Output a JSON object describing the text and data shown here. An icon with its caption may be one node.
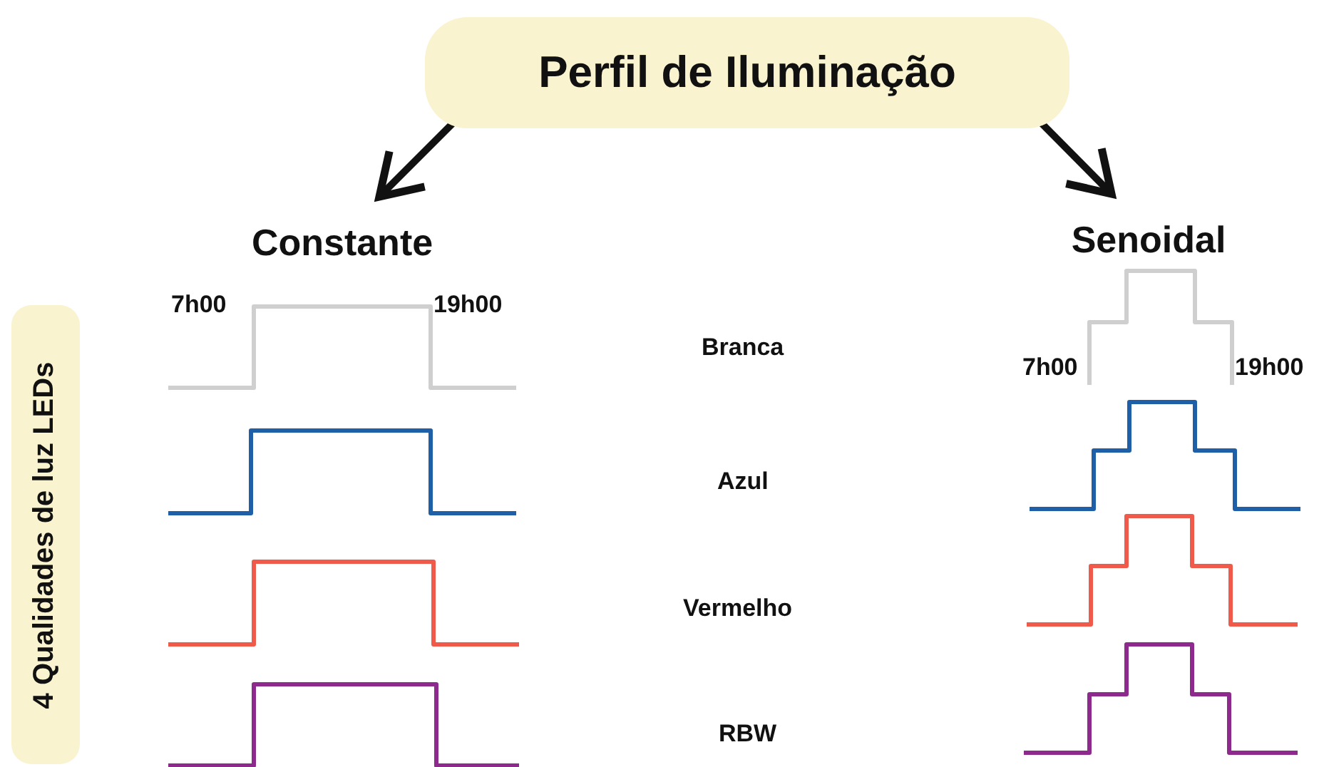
{
  "diagram": {
    "nodes": [
      {
        "text": [
          "Perfil de Iluminação"
        ]
      },
      {
        "text": [
          "Constante"
        ]
      },
      {
        "text": [
          "Senoidal"
        ]
      },
      {
        "text": [
          "4 Qualidades de luz LEDs"
        ]
      }
    ],
    "edges": [
      {
        "from": 0,
        "to": 1,
        "arrow": "to"
      },
      {
        "from": 0,
        "to": 2,
        "arrow": "to"
      }
    ],
    "labels": [
      "7h00",
      "19h00",
      "Branca",
      "7h00",
      "19h00",
      "Azul",
      "Vermelho",
      "RBW"
    ]
  }
}
